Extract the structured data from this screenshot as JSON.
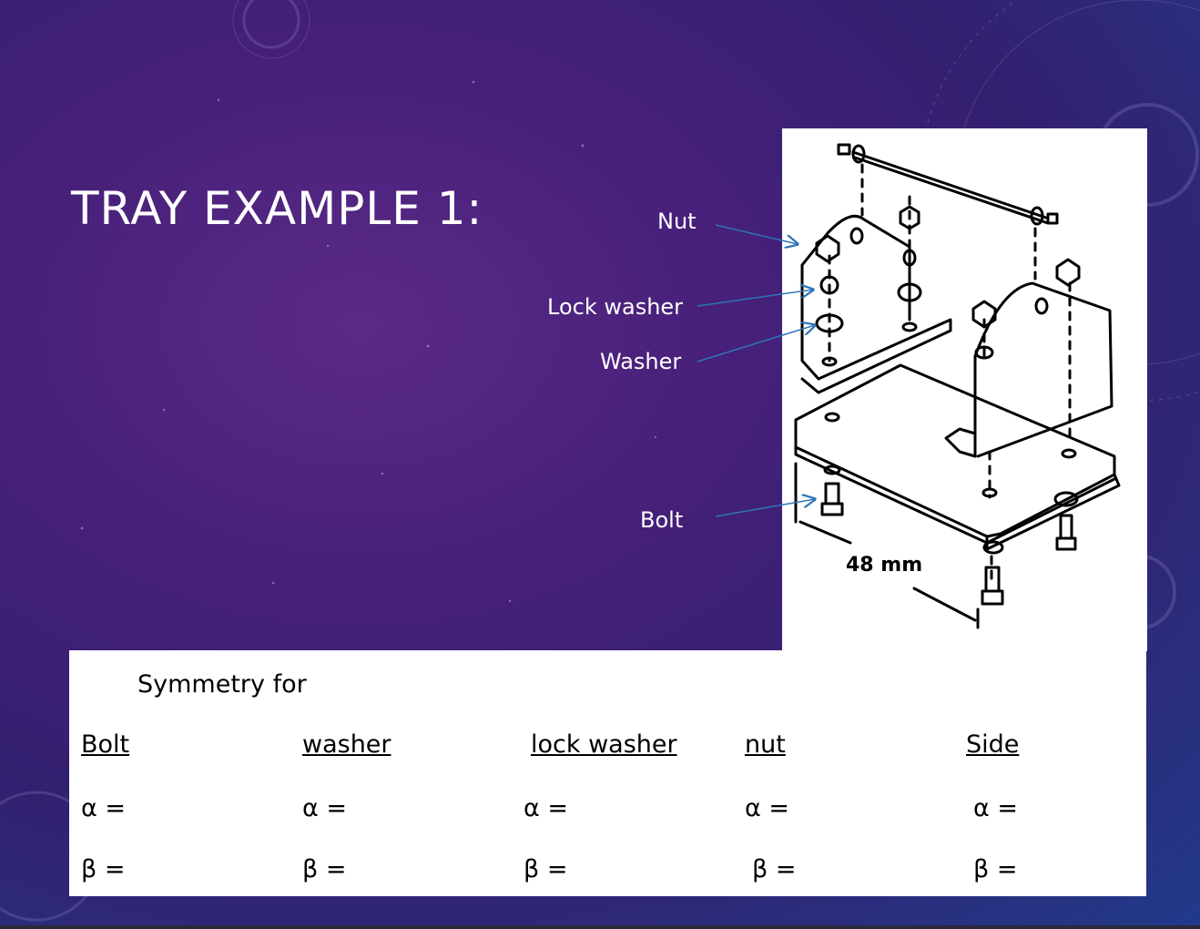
{
  "slide": {
    "title": "TRAY EXAMPLE 1:"
  },
  "figure": {
    "dimension_label": "48 mm",
    "callouts": {
      "nut": "Nut",
      "lock_washer": "Lock washer",
      "washer": "Washer",
      "bolt": "Bolt"
    }
  },
  "table": {
    "heading": "Symmetry for",
    "columns": [
      "Bolt",
      "washer",
      "lock washer",
      "nut",
      "Side"
    ],
    "alpha_row": [
      "α =",
      "α =",
      "α =",
      "α =",
      "α ="
    ],
    "beta_row": [
      "β =",
      "β =",
      "β =",
      "β =",
      "β ="
    ]
  },
  "colors": {
    "leader_line": "#2e75b6",
    "title_text": "#ffffff"
  }
}
